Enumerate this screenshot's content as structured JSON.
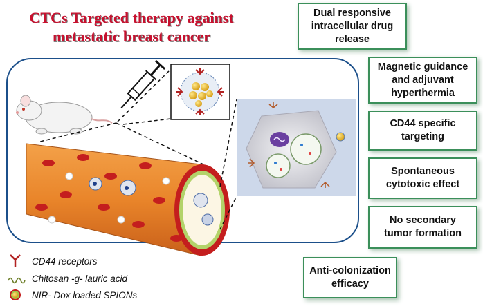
{
  "title": {
    "line1": "CTCs Targeted therapy against",
    "line2": "metastatic breast cancer"
  },
  "benefits": [
    "Dual responsive\nintracellular drug\nrelease",
    "Magnetic guidance\nand adjuvant\nhyperthermia",
    "CD44 specific\ntargeting",
    "Spontaneous\ncytotoxic effect",
    "No secondary\ntumor formation",
    "Anti-colonization\nefficacy"
  ],
  "legend": [
    {
      "icon": "y-receptor-icon",
      "label": "CD44 receptors"
    },
    {
      "icon": "polymer-coil-icon",
      "label": "Chitosan -g- lauric acid"
    },
    {
      "icon": "spion-particle-icon",
      "label": "NIR- Dox loaded SPIONs"
    }
  ],
  "colors": {
    "title": "#c8102e",
    "panel_border": "#1b4f8a",
    "box_border": "#3b8f5a",
    "vessel": "#e07a1f",
    "rbc": "#c41e1e",
    "receptor": "#b22222"
  }
}
